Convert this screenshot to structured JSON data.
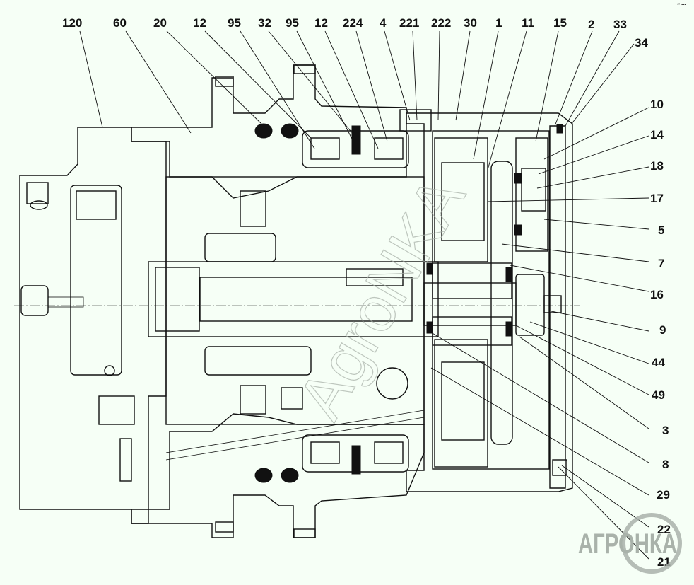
{
  "diagram": {
    "title": "Hydraulic travel motor with planetary gearbox — sectional view",
    "background_color": "#f6fff6",
    "line_color": "#111111",
    "top_labels": [
      "120",
      "60",
      "20",
      "12",
      "95",
      "32",
      "95",
      "12",
      "224",
      "4",
      "221",
      "222",
      "30",
      "1",
      "11",
      "15",
      "2",
      "33",
      "34"
    ],
    "right_labels": [
      "10",
      "14",
      "18",
      "17",
      "5",
      "7",
      "16",
      "9",
      "44",
      "49",
      "3",
      "8",
      "29",
      "22",
      "21"
    ],
    "watermark": {
      "logo_text": "АГРОНКА",
      "logo_color": "#a9b2aa",
      "center_text": "AgroNKA"
    },
    "corner_mark": "•ⁿ ▪▪▪"
  }
}
